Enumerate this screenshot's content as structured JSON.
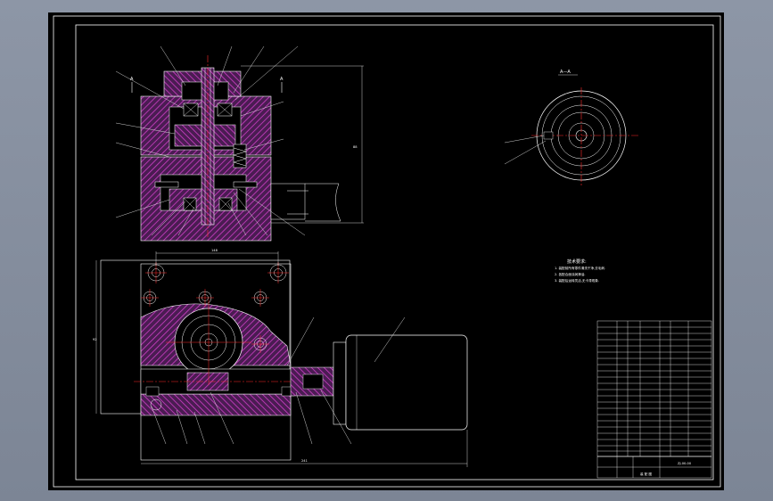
{
  "drawing": {
    "section_label": "A—A",
    "tech_requirements": {
      "title": "技术要求:",
      "lines": [
        "1. 装配前所有零件清洗干净,去毛刺.",
        "2. 各配合面涂润滑油.",
        "3. 装配后运转灵活,无卡滞现象."
      ]
    },
    "dimensions": {
      "top_height": "88",
      "plan_width": "148",
      "plan_height": "92",
      "plan_total": "241"
    },
    "title_block": {
      "drawing_no": "ZJ-00-00",
      "row2": "装 配 图"
    },
    "colors": {
      "background": "#000000",
      "frame": "#ffffff",
      "hatch": "#d03ec8",
      "center": "#ff2b2b",
      "window": "#8d96a6"
    }
  }
}
